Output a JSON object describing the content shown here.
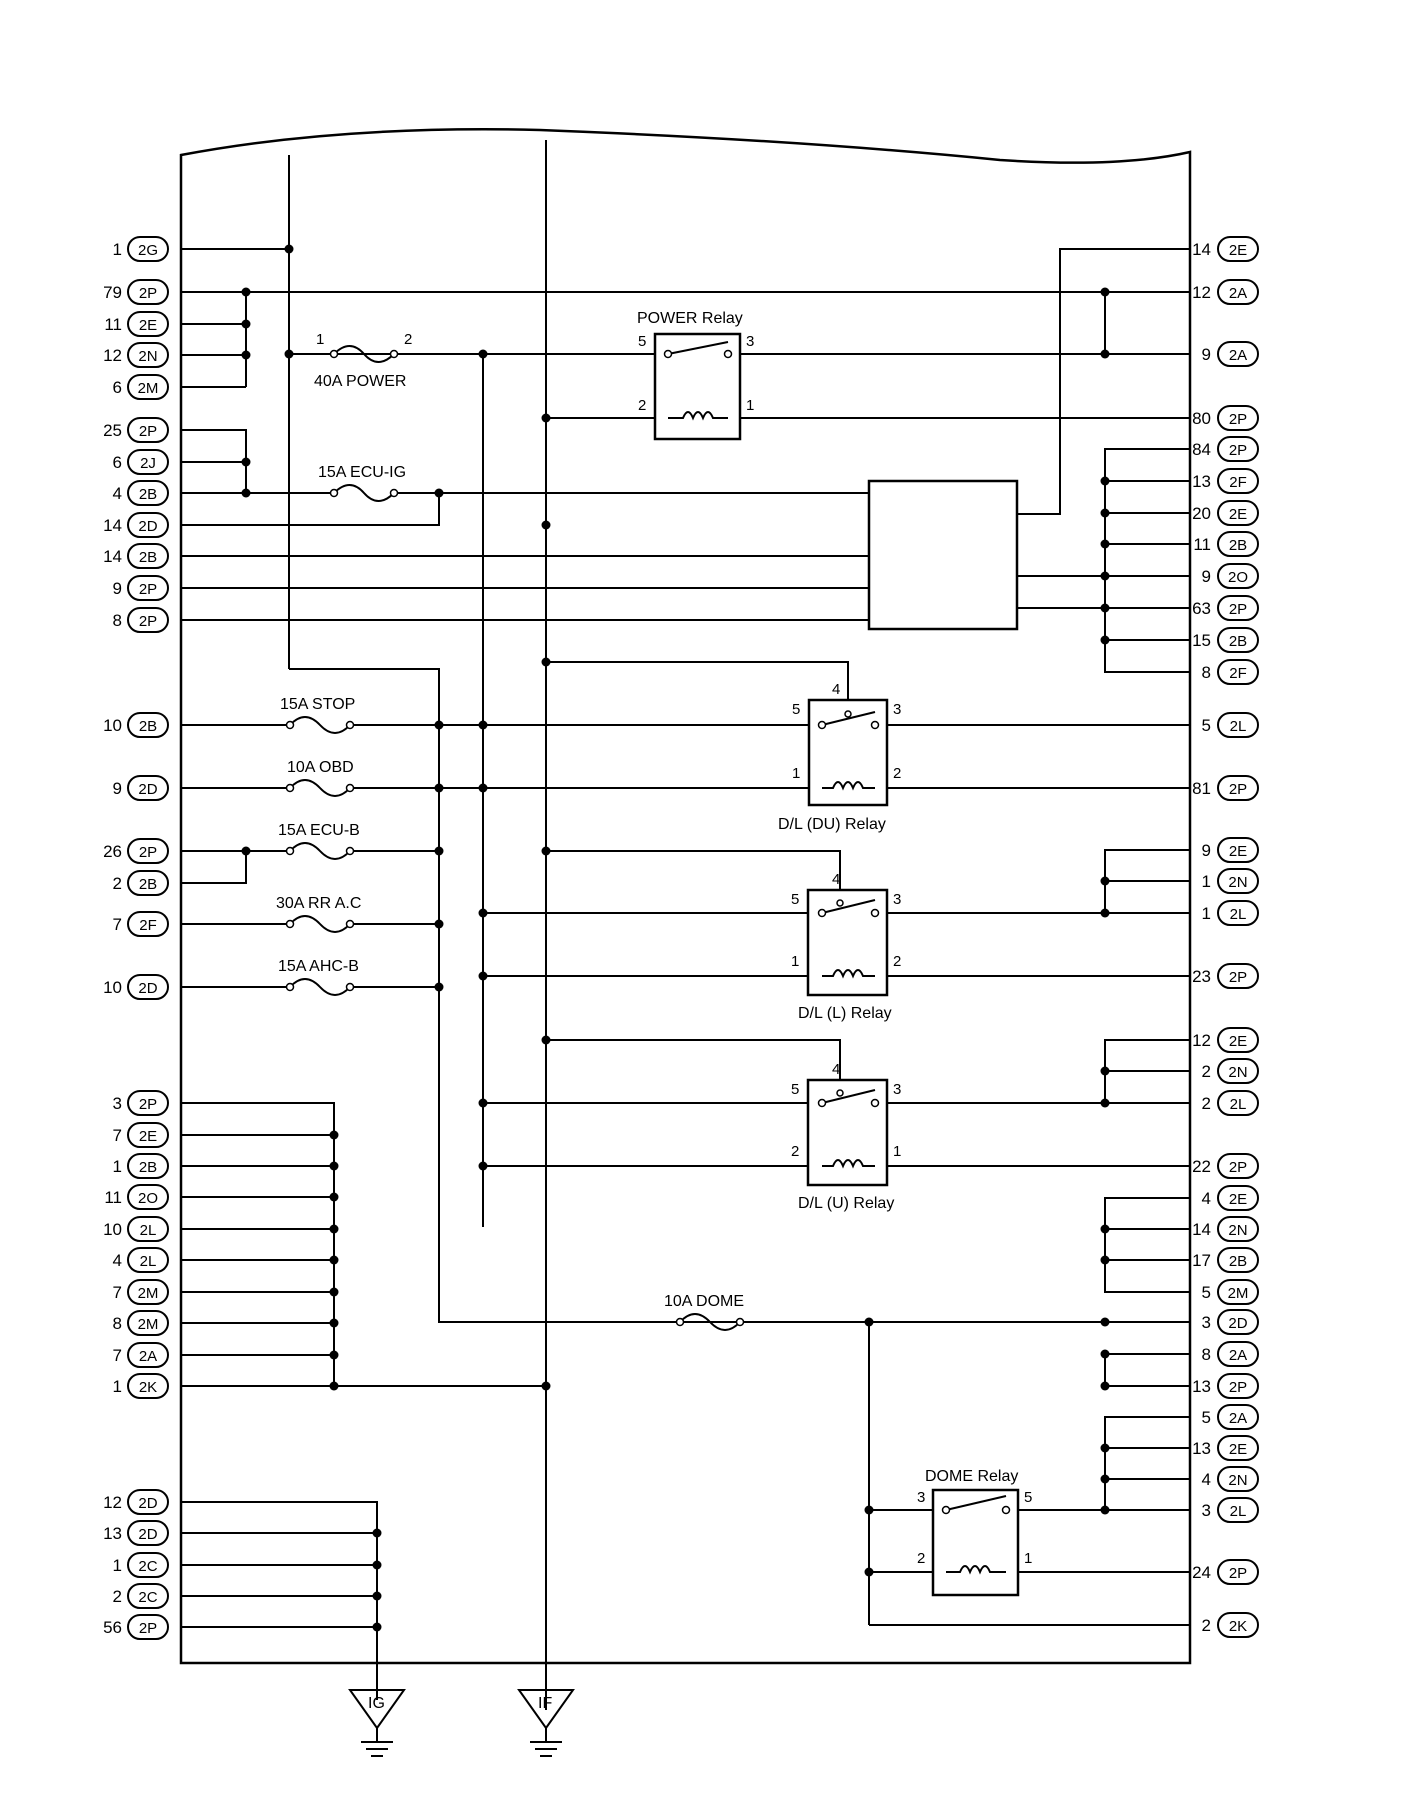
{
  "connectors_left": [
    {
      "pin": "1",
      "conn": "2G"
    },
    {
      "pin": "79",
      "conn": "2P"
    },
    {
      "pin": "11",
      "conn": "2E"
    },
    {
      "pin": "12",
      "conn": "2N"
    },
    {
      "pin": "6",
      "conn": "2M"
    },
    {
      "pin": "25",
      "conn": "2P"
    },
    {
      "pin": "6",
      "conn": "2J"
    },
    {
      "pin": "4",
      "conn": "2B"
    },
    {
      "pin": "14",
      "conn": "2D"
    },
    {
      "pin": "14",
      "conn": "2B"
    },
    {
      "pin": "9",
      "conn": "2P"
    },
    {
      "pin": "8",
      "conn": "2P"
    },
    {
      "pin": "10",
      "conn": "2B"
    },
    {
      "pin": "9",
      "conn": "2D"
    },
    {
      "pin": "26",
      "conn": "2P"
    },
    {
      "pin": "2",
      "conn": "2B"
    },
    {
      "pin": "7",
      "conn": "2F"
    },
    {
      "pin": "10",
      "conn": "2D"
    },
    {
      "pin": "3",
      "conn": "2P"
    },
    {
      "pin": "7",
      "conn": "2E"
    },
    {
      "pin": "1",
      "conn": "2B"
    },
    {
      "pin": "11",
      "conn": "2O"
    },
    {
      "pin": "10",
      "conn": "2L"
    },
    {
      "pin": "4",
      "conn": "2L"
    },
    {
      "pin": "7",
      "conn": "2M"
    },
    {
      "pin": "8",
      "conn": "2M"
    },
    {
      "pin": "7",
      "conn": "2A"
    },
    {
      "pin": "1",
      "conn": "2K"
    },
    {
      "pin": "12",
      "conn": "2D"
    },
    {
      "pin": "13",
      "conn": "2D"
    },
    {
      "pin": "1",
      "conn": "2C"
    },
    {
      "pin": "2",
      "conn": "2C"
    },
    {
      "pin": "56",
      "conn": "2P"
    }
  ],
  "connectors_right": [
    {
      "pin": "14",
      "conn": "2E"
    },
    {
      "pin": "12",
      "conn": "2A"
    },
    {
      "pin": "9",
      "conn": "2A"
    },
    {
      "pin": "80",
      "conn": "2P"
    },
    {
      "pin": "84",
      "conn": "2P"
    },
    {
      "pin": "13",
      "conn": "2F"
    },
    {
      "pin": "20",
      "conn": "2E"
    },
    {
      "pin": "11",
      "conn": "2B"
    },
    {
      "pin": "9",
      "conn": "2O"
    },
    {
      "pin": "63",
      "conn": "2P"
    },
    {
      "pin": "15",
      "conn": "2B"
    },
    {
      "pin": "8",
      "conn": "2F"
    },
    {
      "pin": "5",
      "conn": "2L"
    },
    {
      "pin": "81",
      "conn": "2P"
    },
    {
      "pin": "9",
      "conn": "2E"
    },
    {
      "pin": "1",
      "conn": "2N"
    },
    {
      "pin": "1",
      "conn": "2L"
    },
    {
      "pin": "23",
      "conn": "2P"
    },
    {
      "pin": "12",
      "conn": "2E"
    },
    {
      "pin": "2",
      "conn": "2N"
    },
    {
      "pin": "2",
      "conn": "2L"
    },
    {
      "pin": "22",
      "conn": "2P"
    },
    {
      "pin": "4",
      "conn": "2E"
    },
    {
      "pin": "14",
      "conn": "2N"
    },
    {
      "pin": "17",
      "conn": "2B"
    },
    {
      "pin": "5",
      "conn": "2M"
    },
    {
      "pin": "3",
      "conn": "2D"
    },
    {
      "pin": "8",
      "conn": "2A"
    },
    {
      "pin": "13",
      "conn": "2P"
    },
    {
      "pin": "5",
      "conn": "2A"
    },
    {
      "pin": "13",
      "conn": "2E"
    },
    {
      "pin": "4",
      "conn": "2N"
    },
    {
      "pin": "3",
      "conn": "2L"
    },
    {
      "pin": "24",
      "conn": "2P"
    },
    {
      "pin": "2",
      "conn": "2K"
    }
  ],
  "fuses": {
    "power": "40A POWER",
    "ecu_ig": "15A ECU-IG",
    "stop": "15A STOP",
    "obd": "10A OBD",
    "ecu_b": "15A ECU-B",
    "rr_ac": "30A RR A.C",
    "ahc_b": "15A AHC-B",
    "dome": "10A DOME"
  },
  "relays": {
    "power": "POWER Relay",
    "dl_du": "D/L (DU) Relay",
    "dl_l": "D/L (L) Relay",
    "dl_u": "D/L (U) Relay",
    "dome": "DOME Relay"
  },
  "pin_labels": {
    "one": "1",
    "two": "2",
    "three": "3",
    "four": "4",
    "five": "5"
  },
  "grounds": {
    "ig": "IG",
    "if": "IF"
  }
}
